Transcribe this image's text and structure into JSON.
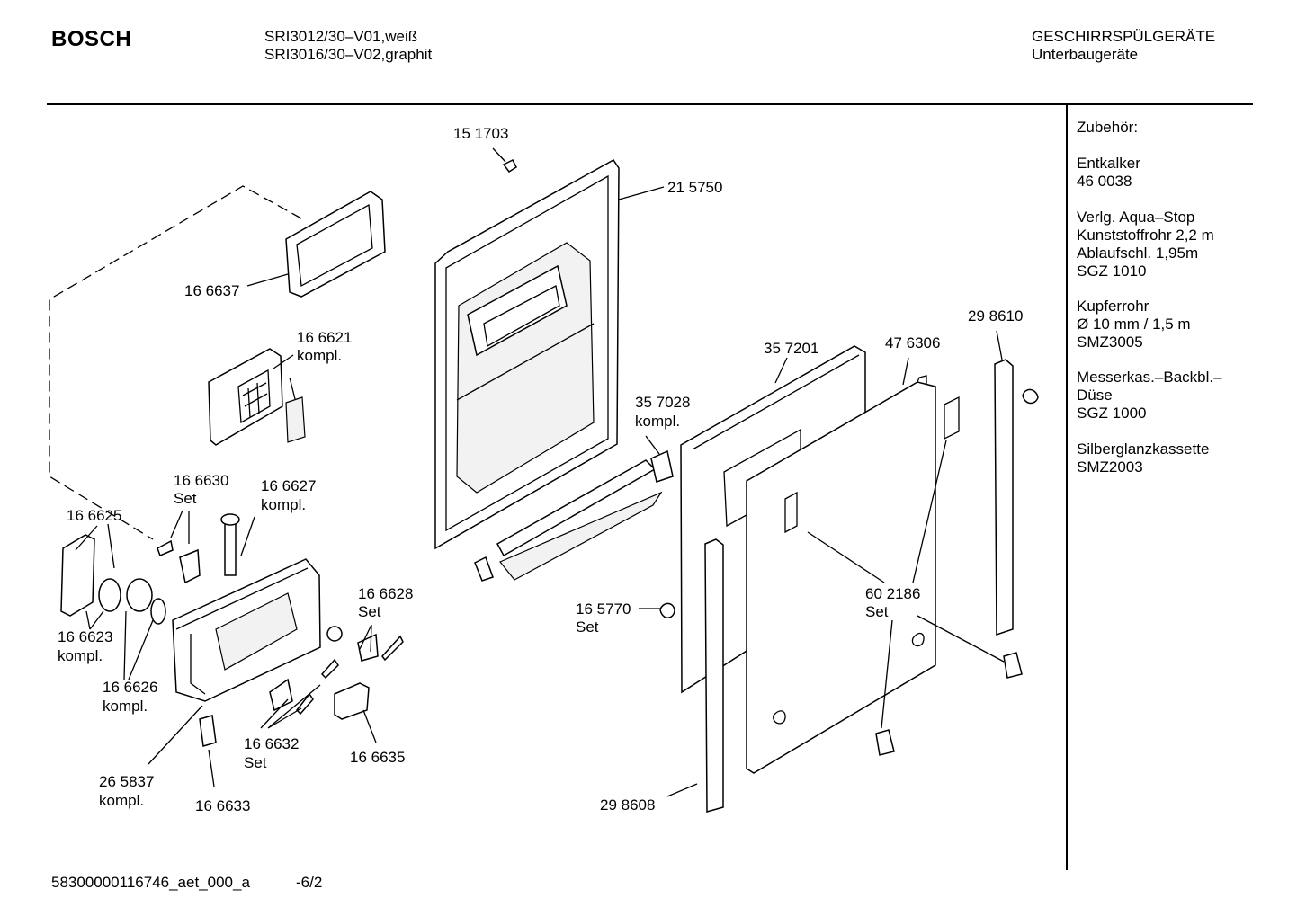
{
  "header": {
    "brand": "BOSCH",
    "model_line_1": "SRI3012/30–V01,weiß",
    "model_line_2": "SRI3016/30–V02,graphit",
    "category_line_1": "GESCHIRRSPÜLGERÄTE",
    "category_line_2": "Unterbaugeräte"
  },
  "accessories": [
    "Zubehör:",
    "Entkalker\n46 0038",
    "Verlg. Aqua–Stop\nKunststoffrohr 2,2 m\nAblaufschl. 1,95m\nSGZ 1010",
    "Kupferrohr\nØ 10 mm / 1,5 m\nSMZ3005",
    "Messerkas.–Backbl.–\nDüse\nSGZ 1000",
    "Silberglanzkassette\nSMZ2003"
  ],
  "part_labels": {
    "p151703": "15 1703",
    "p215750": "21 5750",
    "p166637": "16 6637",
    "p166621": "16 6621",
    "p166621_sub": "kompl.",
    "p357201": "35 7201",
    "p476306": "47 6306",
    "p298610": "29 8610",
    "p357028": "35 7028",
    "p357028_sub": "kompl.",
    "p166630": "16 6630",
    "p166630_sub": "Set",
    "p166627": "16 6627",
    "p166627_sub": "kompl.",
    "p166625": "16 6625",
    "p166628": "16 6628",
    "p166628_sub": "Set",
    "p165770": "16 5770",
    "p165770_sub": "Set",
    "p602186": "60 2186",
    "p602186_sub": "Set",
    "p166623": "16 6623",
    "p166623_sub": "kompl.",
    "p166626": "16 6626",
    "p166626_sub": "kompl.",
    "p166632": "16 6632",
    "p166632_sub": "Set",
    "p166635": "16 6635",
    "p265837": "26 5837",
    "p265837_sub": "kompl.",
    "p166633": "16 6633",
    "p298608": "29 8608"
  },
  "footer": {
    "doc_id": "58300000116746_aet_000_a",
    "page": "-6/2"
  }
}
